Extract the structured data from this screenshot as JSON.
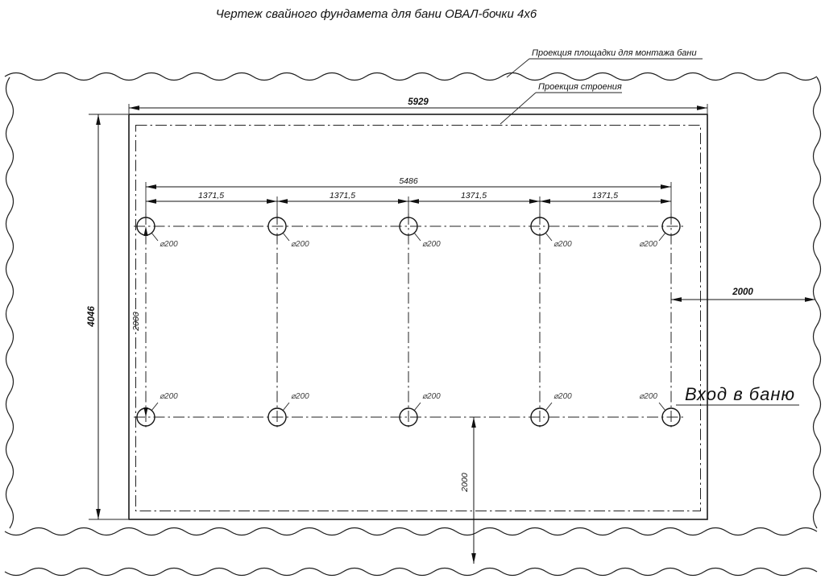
{
  "title": "Чертеж свайного фундамета для бани ОВАЛ-бочки 4x6",
  "callouts": {
    "platform": "Проекция площадки для монтажа бани",
    "building": "Проекция строения",
    "entrance": "Вход в баню"
  },
  "dimensions": {
    "overall_width": "5929",
    "overall_height": "4046",
    "pile_span": "5486",
    "pile_spacing": "1371,5",
    "row_spacing": "2000",
    "entrance_offset": "2000",
    "bottom_offset": "2000",
    "pile_diameter": "⌀200"
  },
  "figure": {
    "type": "pile-foundation-plan",
    "pile_rows": 2,
    "pile_columns": 5,
    "pile_count": 10
  }
}
